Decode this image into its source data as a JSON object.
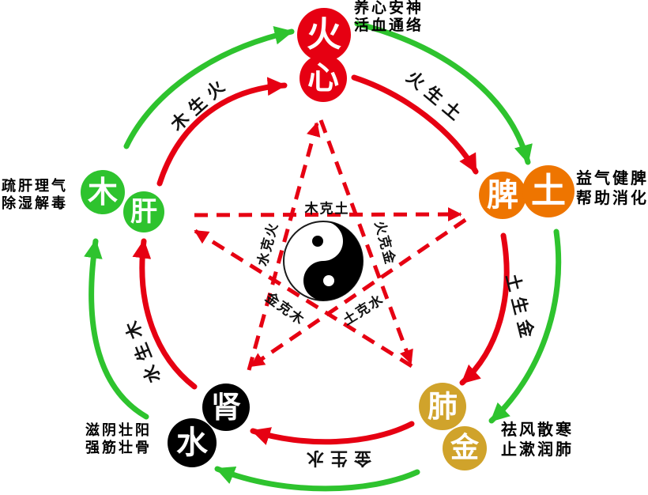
{
  "diagram": {
    "center_symbol": "yin-yang-taiji",
    "colors": {
      "red": "#e60012",
      "green": "#2ec32e",
      "orange": "#ee7500",
      "gold": "#d0a32b",
      "black": "#000000"
    },
    "nodes": [
      {
        "key": "fire",
        "element": "火",
        "organ": "心",
        "color": "#e60012",
        "benefits": [
          "养心安神",
          "活血通络"
        ]
      },
      {
        "key": "earth",
        "element": "土",
        "organ": "脾",
        "color": "#ee7500",
        "benefits": [
          "益气健脾",
          "帮助消化"
        ]
      },
      {
        "key": "metal",
        "element": "金",
        "organ": "肺",
        "color": "#d0a32b",
        "benefits": [
          "祛风散寒",
          "止漱润肺"
        ]
      },
      {
        "key": "water",
        "element": "水",
        "organ": "肾",
        "color": "#000000",
        "benefits": [
          "滋阴壮阳",
          "强筋壮骨"
        ]
      },
      {
        "key": "wood",
        "element": "木",
        "organ": "肝",
        "color": "#2ec32e",
        "benefits": [
          "疏肝理气",
          "除湿解毒"
        ]
      }
    ],
    "generating": [
      {
        "label": "木生火"
      },
      {
        "label": "火生土"
      },
      {
        "label": "土生金"
      },
      {
        "label": "金生水"
      },
      {
        "label": "水生木"
      }
    ],
    "overcoming": [
      {
        "label": "木克土"
      },
      {
        "label": "火克金"
      },
      {
        "label": "土克水"
      },
      {
        "label": "金克木"
      },
      {
        "label": "水克火"
      }
    ]
  }
}
